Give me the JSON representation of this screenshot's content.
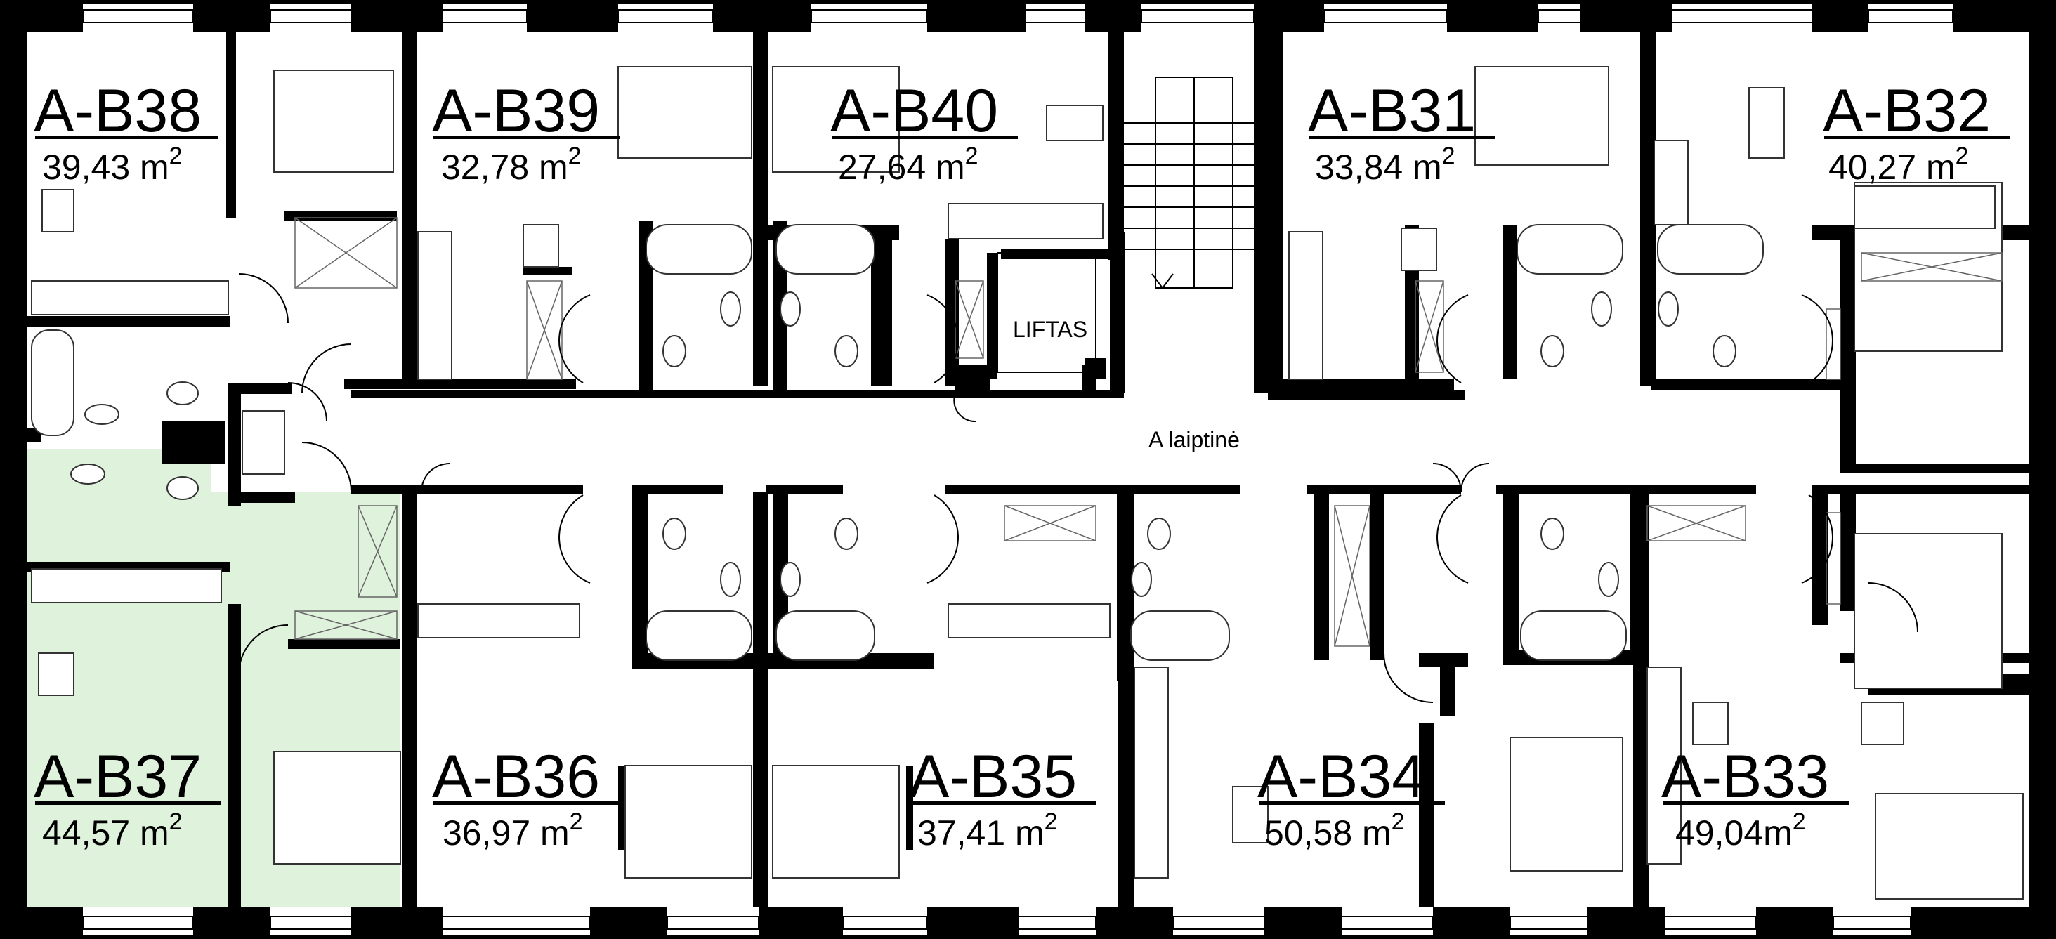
{
  "plan": {
    "stairwell_label": "A laiptinė",
    "elevator_label": "LIFTAS",
    "highlight_color": "#dff2dc",
    "wall_color": "#000000"
  },
  "units": [
    {
      "code": "A-B38",
      "area": "39,43 m",
      "sup": "2",
      "highlighted": false
    },
    {
      "code": "A-B39",
      "area": "32,78 m",
      "sup": "2",
      "highlighted": false
    },
    {
      "code": "A-B40",
      "area": "27,64 m",
      "sup": "2",
      "highlighted": false
    },
    {
      "code": "A-B31",
      "area": "33,84 m",
      "sup": "2",
      "highlighted": false
    },
    {
      "code": "A-B32",
      "area": "40,27 m",
      "sup": "2",
      "highlighted": false
    },
    {
      "code": "A-B37",
      "area": "44,57 m",
      "sup": "2",
      "highlighted": true
    },
    {
      "code": "A-B36",
      "area": "36,97 m",
      "sup": "2",
      "highlighted": false
    },
    {
      "code": "A-B35",
      "area": "37,41 m",
      "sup": "2",
      "highlighted": false
    },
    {
      "code": "A-B34",
      "area": "50,58 m",
      "sup": "2",
      "highlighted": false
    },
    {
      "code": "A-B33",
      "area": "49,04m",
      "sup": "2",
      "highlighted": false
    }
  ]
}
